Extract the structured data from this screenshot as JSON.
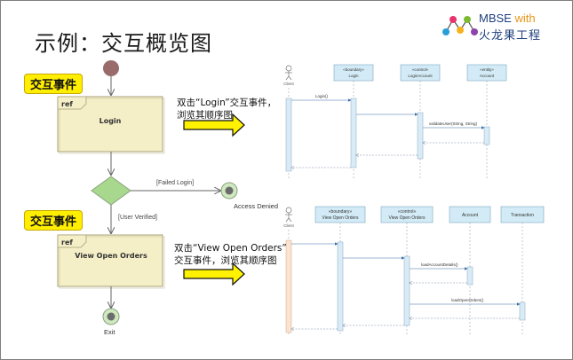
{
  "slide": {
    "title": "示例：交互概览图",
    "brand": {
      "mbse": "MBSE",
      "with": "with",
      "chinese": "火龙果工程"
    }
  },
  "activity": {
    "badge1": "交互事件",
    "badge2": "交互事件",
    "ref1_tag": "ref",
    "ref1_label": "Login",
    "ref2_tag": "ref",
    "ref2_label": "View Open Orders",
    "guard_failed": "[Failed Login]",
    "guard_verified": "[User Verified]",
    "access_denied": "Access Denied",
    "exit": "Exit"
  },
  "notes": {
    "note1_line1": "双击“Login”交互事件，",
    "note1_line2": "浏览其顺序图",
    "note2_line1": "双击“View Open Orders”",
    "note2_line2": "交互事件，浏览其顺序图"
  },
  "seq1": {
    "actor": "Client",
    "lifelines": [
      {
        "stereo": "«boundary»",
        "name": "Login"
      },
      {
        "stereo": "«control»",
        "name": "LoginAccount"
      },
      {
        "stereo": "«entity»",
        "name": "Account"
      }
    ],
    "msg_login": "Login()",
    "msg_validate": "validateUser(String, String)"
  },
  "seq2": {
    "actor": "Client",
    "lifelines": [
      {
        "stereo": "«boundary»",
        "name": "View Open Orders"
      },
      {
        "stereo": "«control»",
        "name": "View Open Orders"
      },
      {
        "stereo": "",
        "name": "Account"
      },
      {
        "stereo": "",
        "name": "Transaction"
      }
    ],
    "msg_load_account": "loadAccountDetails()",
    "msg_load_orders": "loadOpenOrders()"
  }
}
